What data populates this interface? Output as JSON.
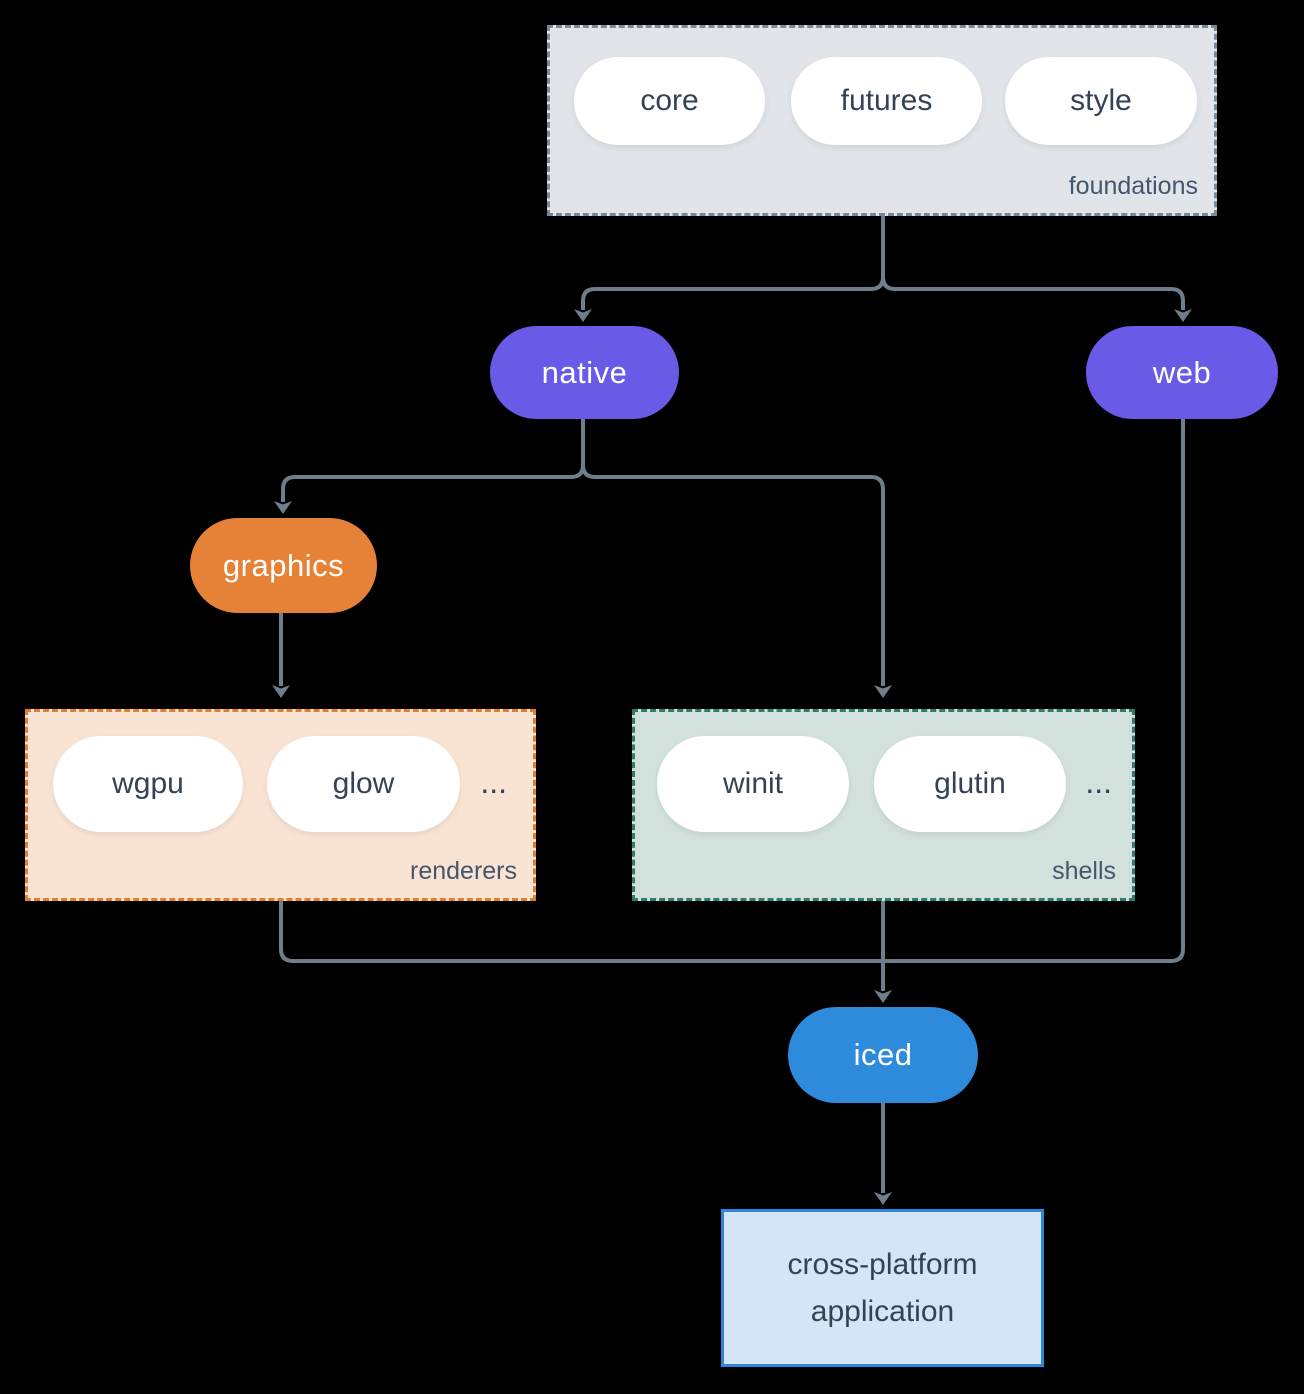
{
  "colors": {
    "background": "#000000",
    "arrow": "#6F7E8C",
    "purple_pill": "#6A5AE8",
    "orange_pill": "#E58238",
    "blue_pill": "#2E8BDC",
    "foundations_fill": "#E1E4E8",
    "foundations_border": "#78899A",
    "renderers_fill": "#F9E3D3",
    "renderers_border": "#DF802F",
    "shells_fill": "#D2E1DB",
    "shells_border": "#2D7D6E",
    "app_fill": "#D4E5F7",
    "app_border": "#2E86D8",
    "pill_fill": "#FFFFFF",
    "dark_text": "#344253",
    "group_label_text": "#44566B"
  },
  "diagram": {
    "foundations": {
      "label": "foundations",
      "pills": [
        "core",
        "futures",
        "style"
      ]
    },
    "native": {
      "label": "native"
    },
    "web": {
      "label": "web"
    },
    "graphics": {
      "label": "graphics"
    },
    "renderers": {
      "label": "renderers",
      "pills": [
        "wgpu",
        "glow"
      ],
      "ellipsis": "..."
    },
    "shells": {
      "label": "shells",
      "pills": [
        "winit",
        "glutin"
      ],
      "ellipsis": "..."
    },
    "iced": {
      "label": "iced"
    },
    "application": {
      "lines": [
        "cross-platform",
        "application"
      ]
    }
  }
}
